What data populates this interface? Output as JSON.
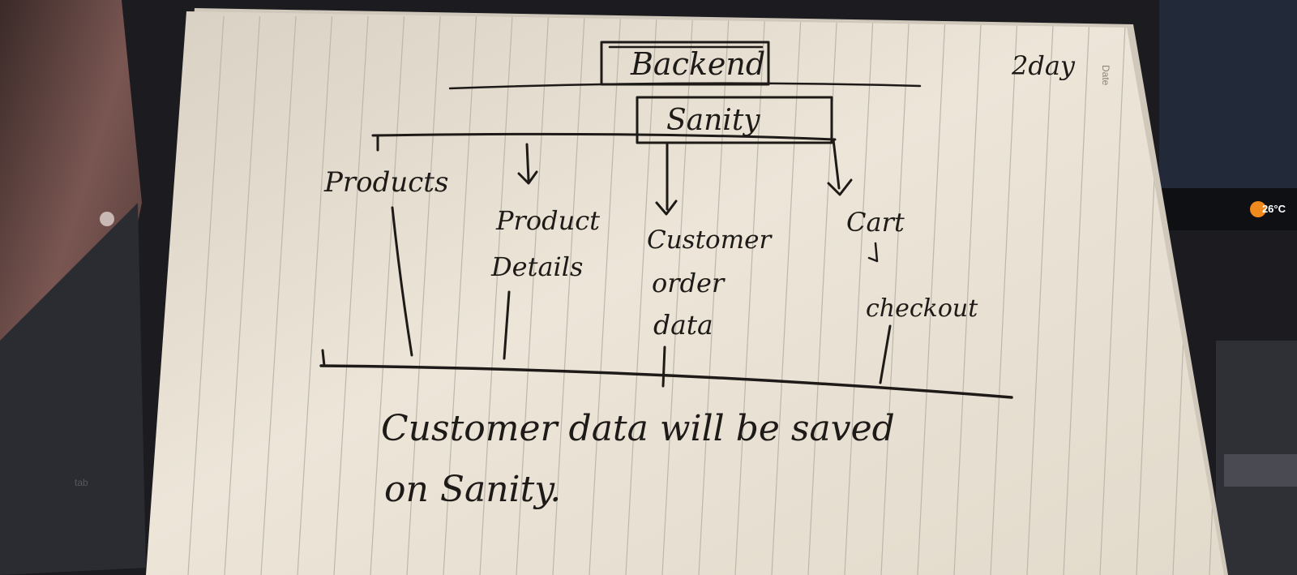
{
  "diagram": {
    "title": "Backend",
    "platform": "Sanity",
    "day_label": "2day",
    "date_label": "Date",
    "branches": [
      {
        "lines": [
          "Products"
        ]
      },
      {
        "lines": [
          "Product",
          "Details"
        ]
      },
      {
        "lines": [
          "Customer",
          "order",
          "data"
        ]
      },
      {
        "lines": [
          "Cart",
          "checkout"
        ]
      }
    ],
    "conclusion_line1": "Customer data will be saved",
    "conclusion_line2": "on Sanity."
  },
  "background": {
    "temperature": "26°C",
    "key_label": "tab"
  },
  "colors": {
    "paper": "#e9e1d3",
    "ink": "#1d1a17",
    "rule_lines": "#bcb6ac",
    "desk": "#1c1c20",
    "cloth": "#6b4b47"
  }
}
